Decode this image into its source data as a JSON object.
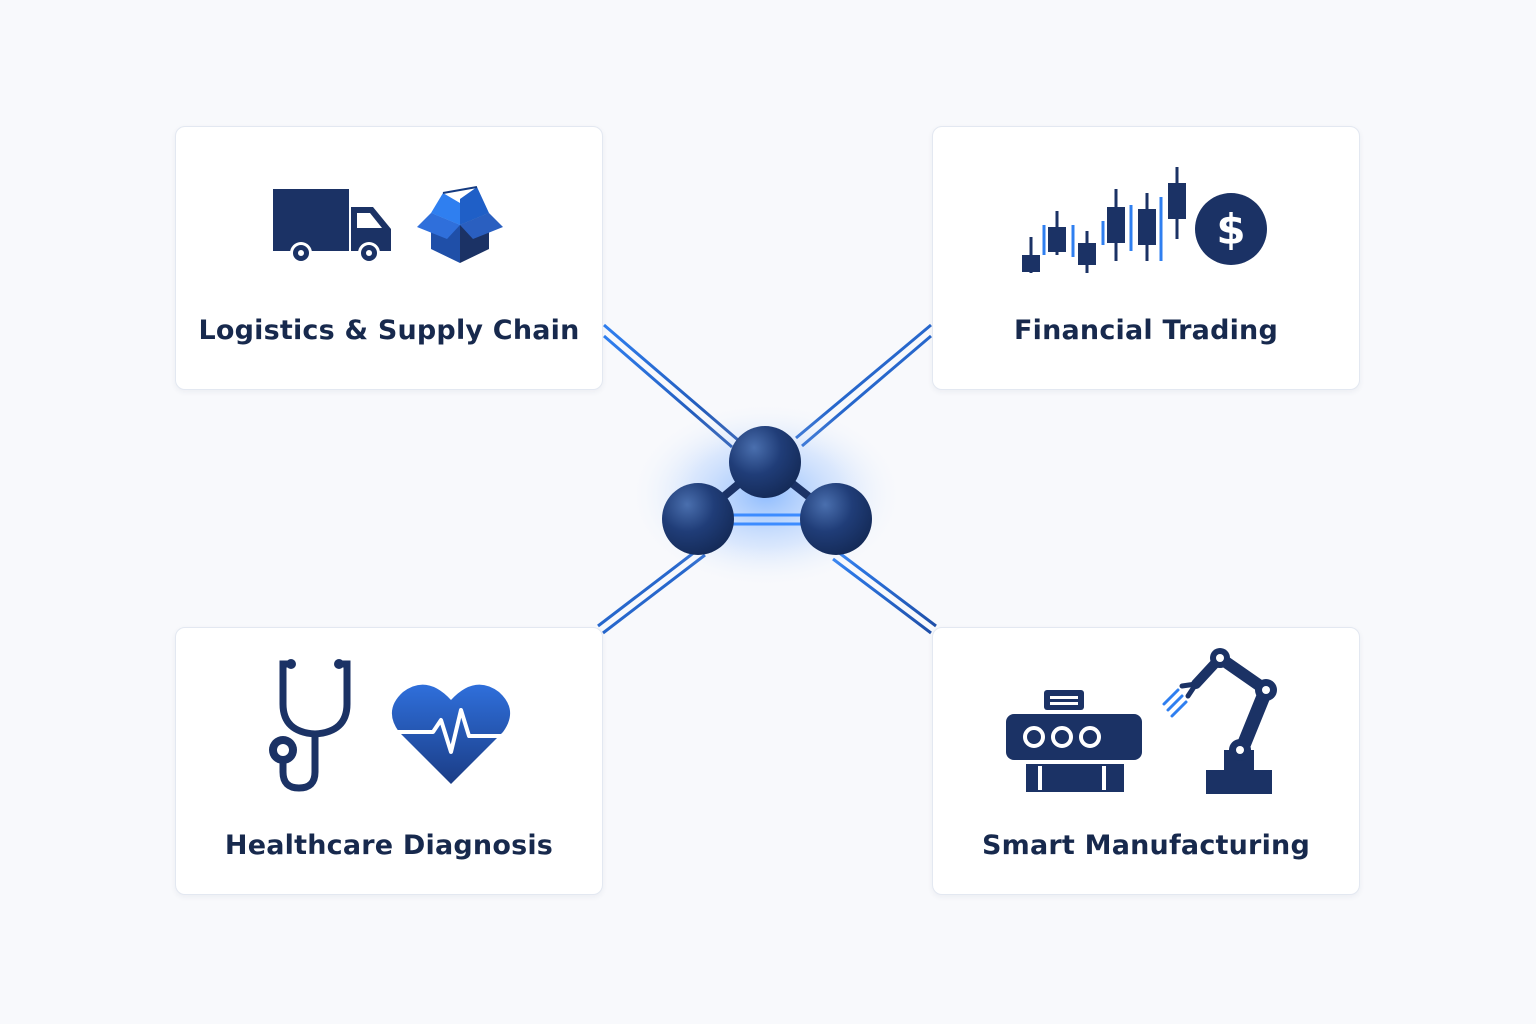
{
  "colors": {
    "navy": "#1b3265",
    "blue": "#1f5fc7",
    "accent": "#2f7ff0",
    "label": "#17294d",
    "card_border": "#e3e8f1",
    "background": "#f8f9fc"
  },
  "hub": {
    "icon": "molecule-network-icon"
  },
  "cards": [
    {
      "id": "logistics",
      "label": "Logistics & Supply Chain",
      "icons": [
        "delivery-truck-icon",
        "open-box-icon"
      ]
    },
    {
      "id": "finance",
      "label": "Financial Trading",
      "icons": [
        "candlestick-chart-icon",
        "dollar-coin-icon"
      ]
    },
    {
      "id": "health",
      "label": "Healthcare Diagnosis",
      "icons": [
        "stethoscope-icon",
        "heart-pulse-icon"
      ]
    },
    {
      "id": "mfg",
      "label": "Smart Manufacturing",
      "icons": [
        "factory-machine-icon",
        "robotic-arm-icon"
      ]
    }
  ]
}
